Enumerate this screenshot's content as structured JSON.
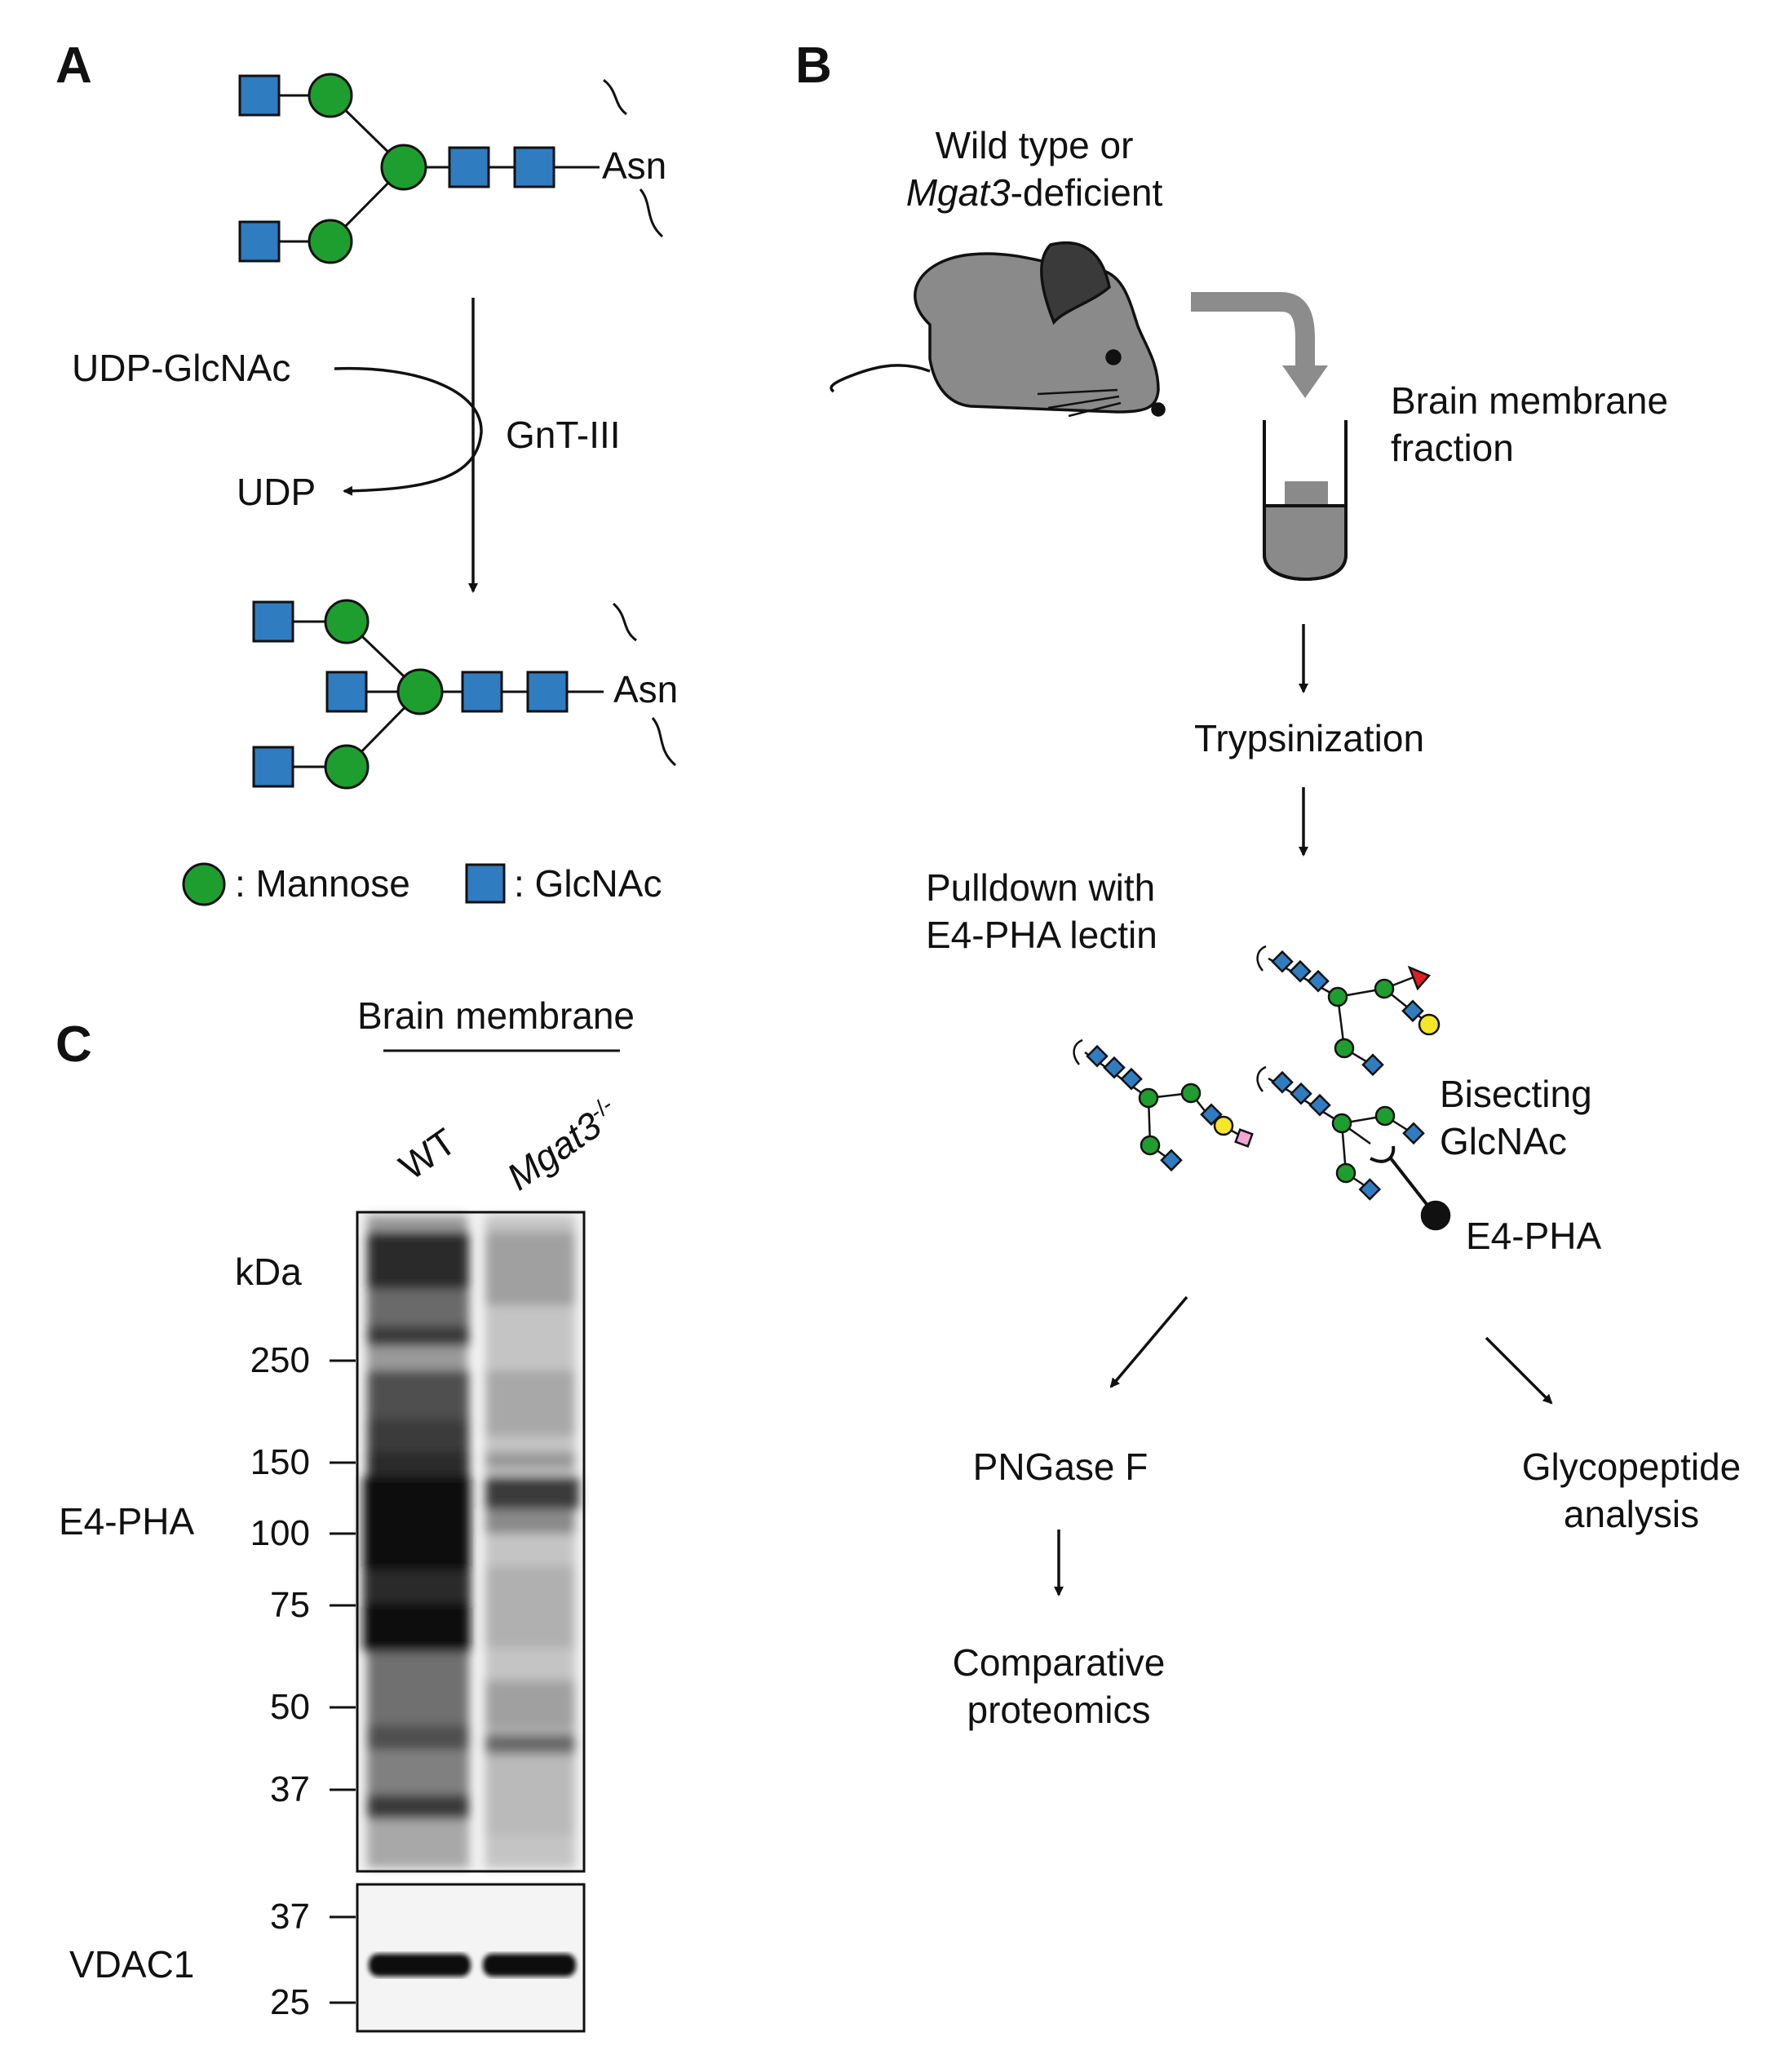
{
  "panel_a": {
    "letter": "A",
    "top_glycan_anchor": "Asn",
    "donor": "UDP-GlcNAc",
    "product": "UDP",
    "enzyme": "GnT-III",
    "bottom_glycan_anchor": "Asn",
    "legend": {
      "mannose": ": Mannose",
      "glcnac": ": GlcNAc",
      "mannose_color": "#1e9e2e",
      "glcnac_color": "#2f7cc0"
    }
  },
  "panel_b": {
    "letter": "B",
    "mouse_line1": "Wild type or",
    "mouse_line2_gene": "Mgat3",
    "mouse_line2_rest": "-deficient",
    "fraction_line1": "Brain membrane",
    "fraction_line2": "fraction",
    "step_trypsin": "Trypsinization",
    "pulldown_line1": "Pulldown with",
    "pulldown_line2": "E4-PHA lectin",
    "bisecting_line1": "Bisecting",
    "bisecting_line2": "GlcNAc",
    "lectin": "E4-PHA",
    "left_branch": "PNGase F",
    "left_result_line1": "Comparative",
    "left_result_line2": "proteomics",
    "right_result_line1": "Glycopeptide",
    "right_result_line2": "analysis",
    "colors": {
      "mouse_fill": "#8a8a8a",
      "arrow_gray": "#8c8c8c",
      "fucose": "#e02020",
      "galactose": "#f5e626",
      "sialic": "#f2a6d6"
    }
  },
  "panel_c": {
    "letter": "C",
    "header": "Brain membrane",
    "lanes": [
      "WT",
      "Mgat3"
    ],
    "lane2_superscript": "-/-",
    "unit": "kDa",
    "blot1_label": "E4-PHA",
    "blot1_ticks": [
      "250",
      "150",
      "100",
      "75",
      "50",
      "37"
    ],
    "blot2_label": "VDAC1",
    "blot2_ticks": [
      "37",
      "25"
    ]
  }
}
